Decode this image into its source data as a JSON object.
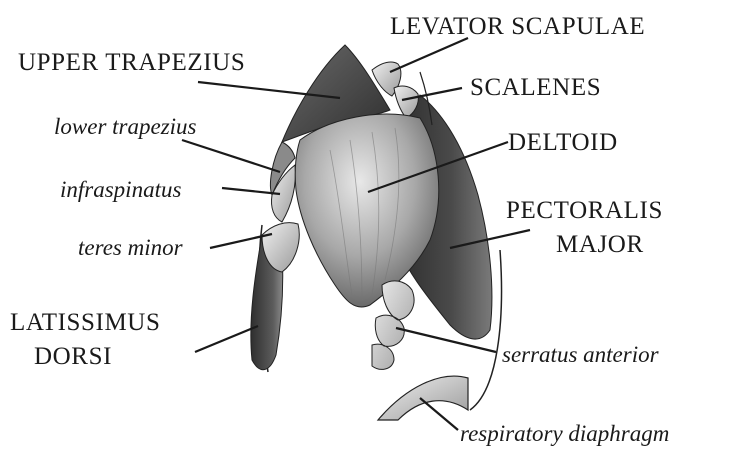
{
  "labels": {
    "levator_scapulae": "LEVATOR SCAPULAE",
    "upper_trapezius": "UPPER TRAPEZIUS",
    "scalenes": "SCALENES",
    "lower_trapezius": "lower trapezius",
    "deltoid": "DELTOID",
    "infraspinatus": "infraspinatus",
    "pectoralis_major_line1": "PECTORALIS",
    "pectoralis_major_line2": "MAJOR",
    "teres_minor": "teres minor",
    "latissimus_dorsi_line1": "LATISSIMUS",
    "latissimus_dorsi_line2": "DORSI",
    "serratus_anterior": "serratus anterior",
    "respiratory_diaphragm": "respiratory diaphragm"
  },
  "colors": {
    "background": "#ffffff",
    "ink": "#1a1a1a",
    "muscle_dark": "#3a3a3a",
    "muscle_mid": "#7a7a7a",
    "muscle_light": "#cfcfcf"
  }
}
